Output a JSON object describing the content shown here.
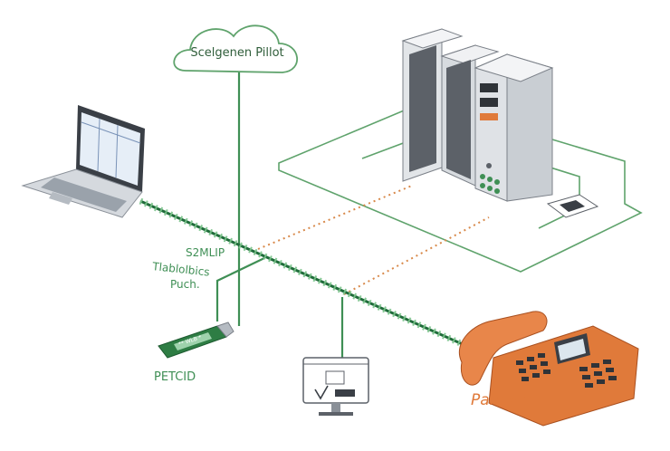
{
  "cloud": {
    "label": "Scelgenen Pillot"
  },
  "cable_label": {
    "line1": "S2MLIP",
    "line2": "Tlablolbics",
    "line3": "Puch."
  },
  "usb_device": {
    "label": "PETCID",
    "screen_text": "** WLB *"
  },
  "phone": {
    "label": "Pain Pic"
  },
  "colors": {
    "network_green": "#3f8f55",
    "dashed_orange": "#d8894a",
    "phone_orange": "#e07a3a",
    "server_gray": "#c9ced3"
  }
}
